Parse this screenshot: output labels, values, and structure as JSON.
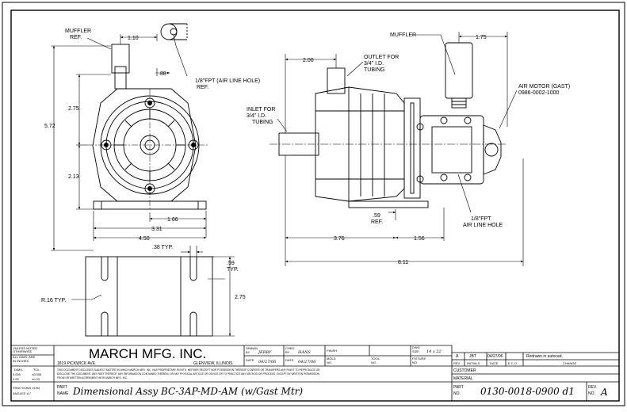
{
  "colors": {
    "ink": "#000000",
    "paper": "#ffffff"
  },
  "front_view": {
    "dims": {
      "d110": "1.10",
      "d88": ".88",
      "d572": "5.72",
      "d275": "2.75",
      "d213": "2.13",
      "d166": "1.66",
      "d331": "3.31",
      "d450": "4.50"
    },
    "muffler_ref": [
      "MUFFLER",
      "REF."
    ],
    "air_hole": [
      "1/8\"FPT (AIR LINE HOLE)",
      "REF."
    ]
  },
  "bottom_view": {
    "dims": {
      "d38typ": ".38 TYP.",
      "d59": ".59",
      "typ": "TYP.",
      "d275": "2.75"
    },
    "radius": "R.16 TYP."
  },
  "side_view": {
    "dims": {
      "d200": "2.00",
      "d175": "1.75",
      "d59": ".59",
      "ref": "REF.",
      "d376": "3.76",
      "d156": "1.56",
      "d811": "8.11"
    },
    "muffler": "MUFFLER",
    "outlet": [
      "OUTLET FOR",
      "3/4\" I.D.",
      "TUBING"
    ],
    "inlet": [
      "INLET FOR",
      "3/4\" I.D.",
      "TUBING"
    ],
    "air_motor": [
      "AIR MOTOR (GAST)",
      "0986-0002-1000"
    ],
    "air_line": [
      "1/8\"FPT",
      "AIR LINE HOLE"
    ]
  },
  "title_block": {
    "tolerance": {
      "unless": [
        "UNLESS NOTED",
        "OTHERWISE",
        "ALL DIMS. ARE",
        "IN INCHES"
      ],
      "dims_label": "DIMS.",
      "tol_label": "TOL.",
      "row1": [
        "0.000",
        "±0.005"
      ],
      "row2": [
        "0.00",
        "±0.03"
      ],
      "fractions": "FRACTIONS ±1/64",
      "angles": "ANGLES  ±1°"
    },
    "company": "MARCH MFG. INC.",
    "address": "1819 PICKWICK AVE.",
    "city": "GLENVIEW, ILLINOIS",
    "drawn_by_label": [
      "DRAWN",
      "BY"
    ],
    "drawn_by": "JERRY",
    "chkd_by_label": [
      "CHKD",
      "BY"
    ],
    "chkd_by": "HANS",
    "finish_label": "FINISH",
    "dwg_size_label": [
      "DWG",
      "SIZE"
    ],
    "dwg_size": "14 x 22",
    "date_label": "DATE",
    "date1": "04/27/06",
    "date2": "04/27/06",
    "mold_label": [
      "MOLD",
      "NO."
    ],
    "tool_label": [
      "TOOL",
      "NO."
    ],
    "fixture_label": [
      "FIXTURE",
      "NO."
    ],
    "proprietary": [
      "THIS DOCUMENT DISCLOSES SUBJECT MATTER IN WHICH MARCH MFG. INC. HAS PROPRIETARY RIGHTS. NEITHER RECEIPT NOR POSSESSION THEREOF CONFERS OR TRANSFERS ANY RIGHT TO REPRODUCE OR",
      "DISCLOSE THE DOCUMENT, ANY PART THEREOF, ANY INFORMATION CONTAINED THEREIN, OR ANY PHYSICAL ARTICLE OR DEVICE OR TO PRACTICE ANY METHOD OR PROCESS, EXCEPT BY WRITTEN PERMISSION",
      "FROM OR WRITTEN AGREEMENT WITH MARCH MFG. INC."
    ],
    "part_name_label": [
      "PART",
      "NAME"
    ],
    "part_name": "Dimensional Assy BC-3AP-MD-AM (w/Gast Mtr)",
    "revision": {
      "rev": "A",
      "initials": "JBT",
      "date": "04/27/06",
      "eco": "",
      "change": "Redrawn in autocad.",
      "headers": [
        "REV.",
        "INITIALS",
        "DATE",
        "E.C.O.",
        "CHANGE"
      ]
    },
    "customer_label": "CUSTOMER",
    "material_label": "MATERIAL",
    "part_no_label": [
      "PART",
      "NO."
    ],
    "part_no": "0130-0018-0900 d1",
    "rev_label": [
      "REV.",
      "NO."
    ],
    "rev_no": "A"
  }
}
